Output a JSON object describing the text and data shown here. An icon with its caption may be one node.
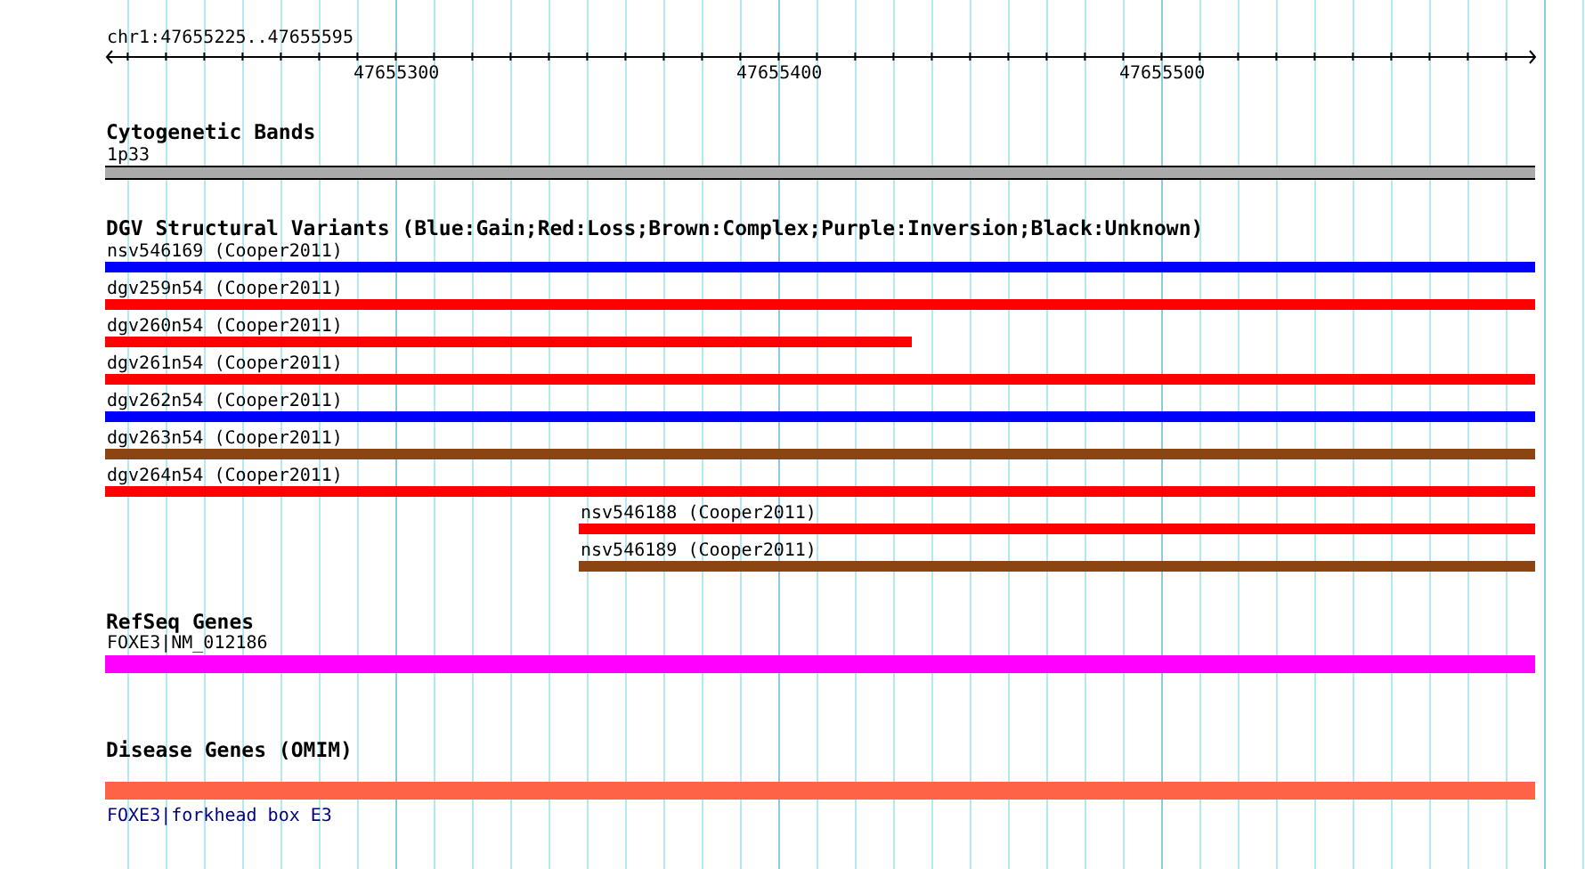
{
  "diagram": {
    "nodes": [
      {
        "text": [
          "1p33"
        ]
      },
      {
        "text": [
          "nsv546169 (Cooper2011)"
        ]
      },
      {
        "text": [
          "dgv259n54 (Cooper2011)"
        ]
      },
      {
        "text": [
          "dgv260n54 (Cooper2011)"
        ]
      },
      {
        "text": [
          "dgv261n54 (Cooper2011)"
        ]
      },
      {
        "text": [
          "dgv262n54 (Cooper2011)"
        ]
      },
      {
        "text": [
          "dgv263n54 (Cooper2011)"
        ]
      },
      {
        "text": [
          "dgv264n54 (Cooper2011)"
        ]
      },
      {
        "text": [
          "nsv546188 (Cooper2011)"
        ]
      },
      {
        "text": [
          "nsv546189 (Cooper2011)"
        ]
      },
      {
        "text": [
          "FOXE3|NM_012186"
        ]
      },
      {
        "text": [
          "FOXE3|forkhead box E3"
        ]
      }
    ],
    "labels": [
      "chr1:47655225..47655595",
      "47655300",
      "47655400",
      "47655500",
      "Cytogenetic Bands",
      "DGV Structural Variants (Blue:Gain;Red:Loss;Brown:Complex;Purple:Inversion;Black:Unknown)",
      "RefSeq Genes",
      "Disease Genes (OMIM)"
    ]
  }
}
